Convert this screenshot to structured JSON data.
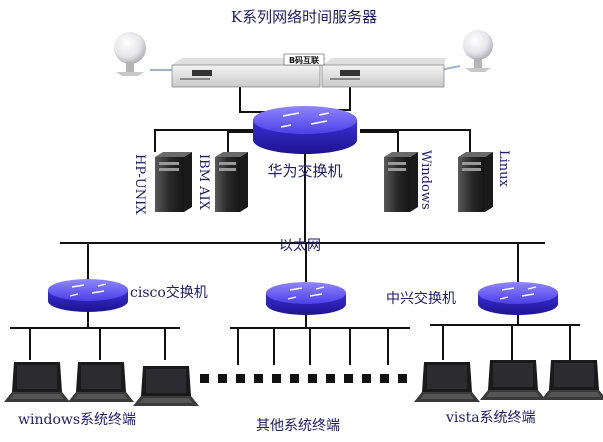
{
  "title": "K系列网络时间服务器",
  "b_code_link": "B码互联",
  "core_switch": "华为交换机",
  "servers": [
    "HP-UNIX",
    "IBM AIX",
    "Windows",
    "Linux"
  ],
  "ethernet": "以太网",
  "switches": {
    "left": "cisco交换机",
    "right": "中兴交换机"
  },
  "terminals": {
    "left": "windows系统终端",
    "middle": "其他系统终端",
    "right": "vista系统终端"
  },
  "colors": {
    "text": "#1d1d6b",
    "switch": "#3a2fd8",
    "line": "#111111"
  }
}
